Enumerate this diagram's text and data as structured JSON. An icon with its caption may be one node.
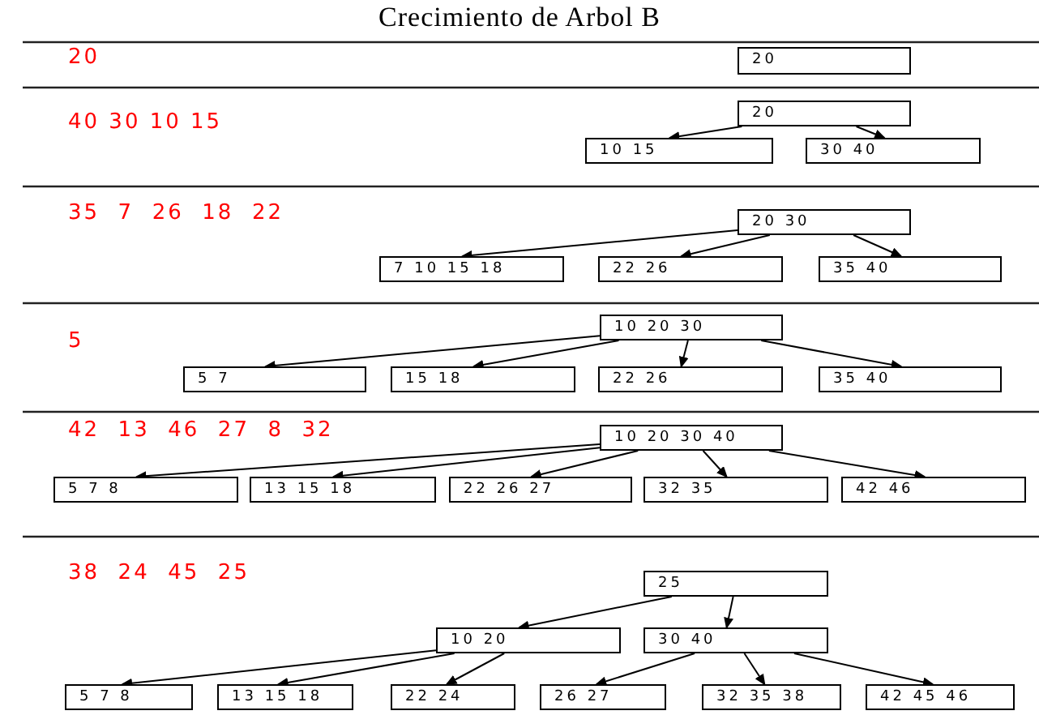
{
  "diagram": {
    "title": "Crecimiento de Arbol B",
    "nodes": [
      {
        "text": [
          "20"
        ]
      },
      {
        "text": [
          "20"
        ]
      },
      {
        "text": [
          "10 15"
        ]
      },
      {
        "text": [
          "30 40"
        ]
      },
      {
        "text": [
          "20 30"
        ]
      },
      {
        "text": [
          "7 10 15 18"
        ]
      },
      {
        "text": [
          "22 26"
        ]
      },
      {
        "text": [
          "35 40"
        ]
      },
      {
        "text": [
          "10 20 30"
        ]
      },
      {
        "text": [
          "5 7"
        ]
      },
      {
        "text": [
          "15 18"
        ]
      },
      {
        "text": [
          "22 26"
        ]
      },
      {
        "text": [
          "35 40"
        ]
      },
      {
        "text": [
          "10 20 30 40"
        ]
      },
      {
        "text": [
          "5 7 8"
        ]
      },
      {
        "text": [
          "13 15 18"
        ]
      },
      {
        "text": [
          "22 26 27"
        ]
      },
      {
        "text": [
          "32 35"
        ]
      },
      {
        "text": [
          "42 46"
        ]
      },
      {
        "text": [
          "25"
        ]
      },
      {
        "text": [
          "10 20"
        ]
      },
      {
        "text": [
          "30 40"
        ]
      },
      {
        "text": [
          "5 7 8"
        ]
      },
      {
        "text": [
          "13 15 18"
        ]
      },
      {
        "text": [
          "22 24"
        ]
      },
      {
        "text": [
          "26 27"
        ]
      },
      {
        "text": [
          "32 35 38"
        ]
      },
      {
        "text": [
          "42 45 46"
        ]
      }
    ],
    "edges": [
      {
        "from": 1,
        "to": 2,
        "arrow": "to"
      },
      {
        "from": 1,
        "to": 3,
        "arrow": "to"
      },
      {
        "from": 4,
        "to": 5,
        "arrow": "to"
      },
      {
        "from": 4,
        "to": 6,
        "arrow": "to"
      },
      {
        "from": 4,
        "to": 7,
        "arrow": "to"
      },
      {
        "from": 8,
        "to": 9,
        "arrow": "to"
      },
      {
        "from": 8,
        "to": 10,
        "arrow": "to"
      },
      {
        "from": 8,
        "to": 11,
        "arrow": "to"
      },
      {
        "from": 8,
        "to": 12,
        "arrow": "to"
      },
      {
        "from": 13,
        "to": 14,
        "arrow": "to"
      },
      {
        "from": 13,
        "to": 15,
        "arrow": "to"
      },
      {
        "from": 13,
        "to": 16,
        "arrow": "to"
      },
      {
        "from": 13,
        "to": 17,
        "arrow": "to"
      },
      {
        "from": 13,
        "to": 18,
        "arrow": "to"
      },
      {
        "from": 19,
        "to": 20,
        "arrow": "to"
      },
      {
        "from": 19,
        "to": 21,
        "arrow": "to"
      },
      {
        "from": 20,
        "to": 22,
        "arrow": "to"
      },
      {
        "from": 20,
        "to": 23,
        "arrow": "to"
      },
      {
        "from": 20,
        "to": 24,
        "arrow": "to"
      },
      {
        "from": 21,
        "to": 25,
        "arrow": "to"
      },
      {
        "from": 21,
        "to": 26,
        "arrow": "to"
      },
      {
        "from": 21,
        "to": 27,
        "arrow": "to"
      }
    ],
    "labels": [
      "20",
      "40 30 10 15",
      "35  7  26  18  22",
      "5",
      "42  13  46  27  8  32",
      "38  24  45  25"
    ]
  }
}
